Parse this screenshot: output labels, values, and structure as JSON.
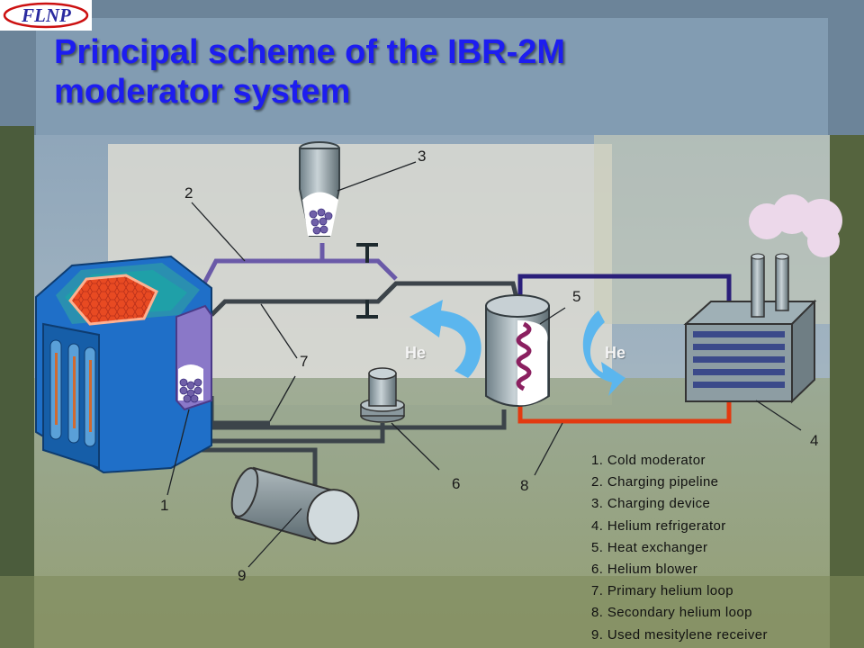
{
  "header": {
    "logo_text": "FLNP",
    "title_line1": "Principal scheme of the IBR-2M",
    "title_line2": "moderator system"
  },
  "diagram": {
    "callouts": [
      "1",
      "2",
      "3",
      "4",
      "5",
      "6",
      "7",
      "8",
      "9"
    ],
    "extra_callout_7": "7",
    "flow_labels": {
      "left": "He",
      "right": "He"
    },
    "legend": [
      "1. Cold moderator",
      "2. Charging pipeline",
      "3. Charging device",
      "4. Helium refrigerator",
      "5. Heat exchanger",
      "6. Helium blower",
      "7. Primary helium loop",
      "8. Secondary helium loop",
      "9. Used mesitylene receiver"
    ]
  },
  "colors": {
    "title": "#1d1df0",
    "charging_pipeline": "#6a5aa8",
    "primary_loop": "#3c444a",
    "secondary_loop_cold": "#2a1f7a",
    "secondary_loop_hot": "#e23a10",
    "arrows": "#5bb6ee",
    "reactor_core": "#e23a20",
    "reactor_body": "#1f6fc8"
  }
}
